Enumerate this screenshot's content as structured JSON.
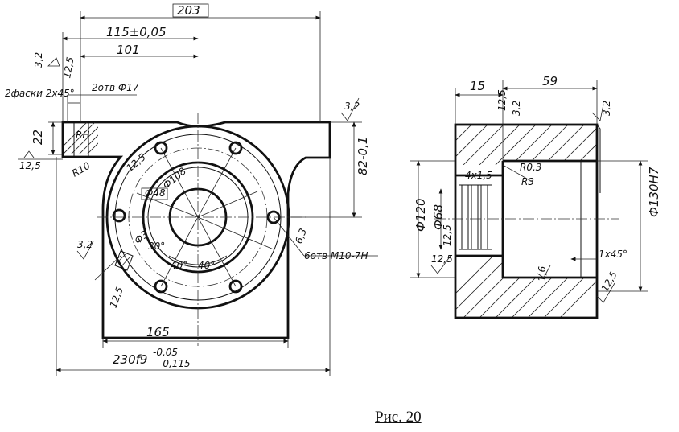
{
  "caption": "Рис. 20",
  "front_view": {
    "dims": {
      "overall_width": "203",
      "bore_position": "115±0,05",
      "hole_position": "101",
      "chamfers": "2фаски 2х45°",
      "holes": "2отв Ф17",
      "flange_height": "22",
      "center_height": "82-0,1",
      "radius": "R10",
      "roughness_a": "3,2",
      "roughness_b": "12,5",
      "roughness_c": "3,2",
      "roughness_d": "12,5",
      "roughness_e": "12,5",
      "roughness_f": "3,2",
      "roughness_g": "6,3",
      "bolt_circle": "Ф108",
      "bore": "Ф48",
      "holes_r": "Ф3",
      "angle_a": "30°",
      "angle_b": "40°",
      "angle_c": "40°",
      "threaded_holes": "6отв М10-7Н",
      "base_165": "165",
      "base_230": "230f9",
      "tol_upper": "-0,05",
      "tol_lower": "-0,115",
      "tag_rh": "RH"
    }
  },
  "section_view": {
    "dims": {
      "depth_15": "15",
      "depth_59": "59",
      "roughness_top": "12,5",
      "roughness_top2": "3,2",
      "roughness_right": "3,2",
      "groove": "4х1,5",
      "radius_03": "R0,3",
      "radius_3": "R3",
      "dia_120": "Ф120",
      "dia_68": "Ф68",
      "dia_130": "Ф130Н7",
      "roughness_left": "12,5",
      "roughness_left2": "12,5",
      "roughness_bore": "1,6",
      "chamfer": "1х45°",
      "roughness_bottom": "12,5"
    }
  }
}
